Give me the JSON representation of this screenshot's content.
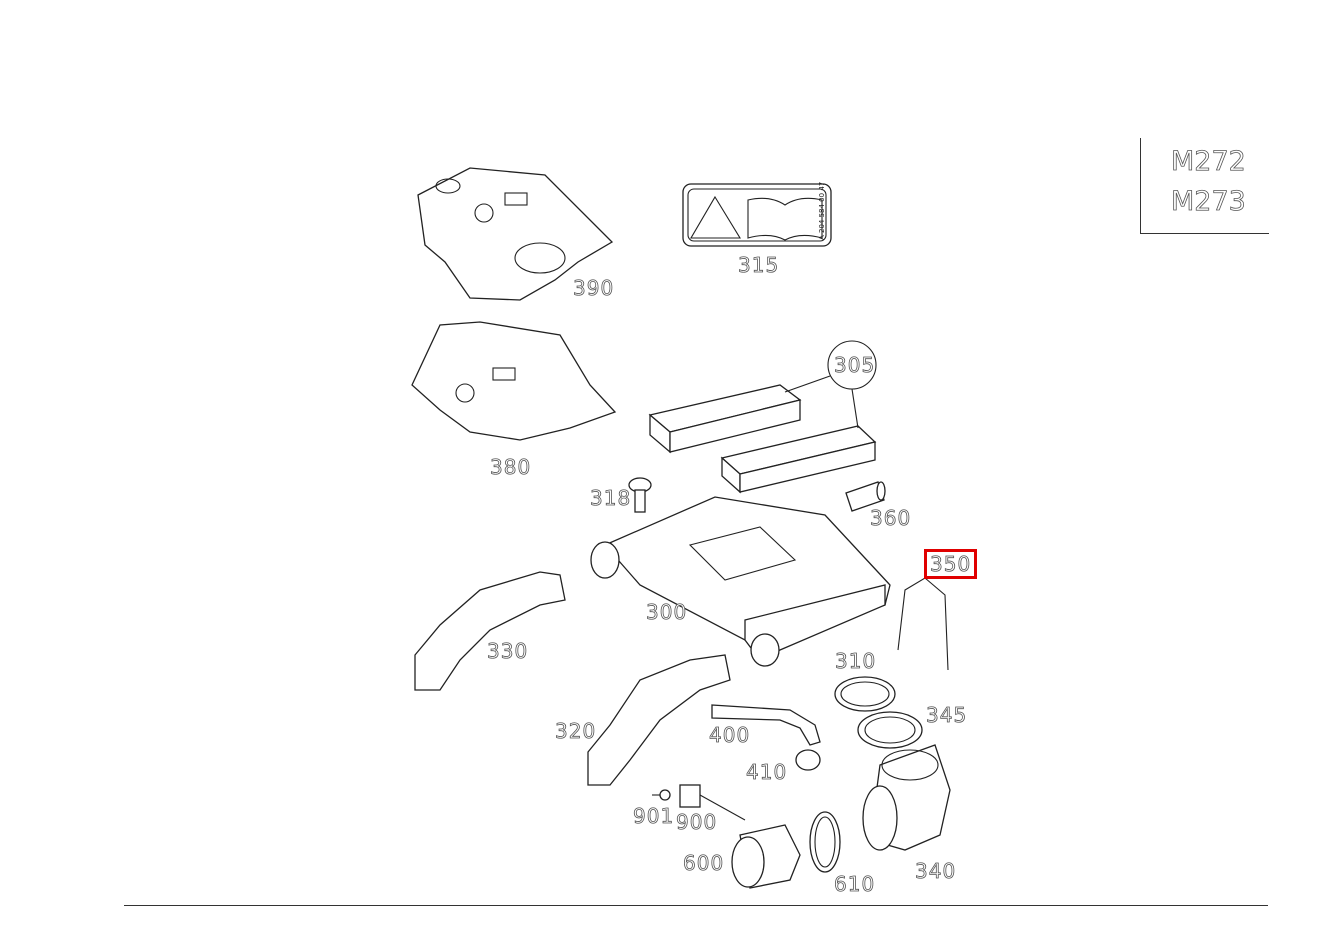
{
  "model_codes": [
    "M272",
    "M273"
  ],
  "sticker_text": "A 204 584 00 47",
  "highlight_color": "#e00000",
  "parts": {
    "p390": "390",
    "p315": "315",
    "p305": "305",
    "p380": "380",
    "p318": "318",
    "p360": "360",
    "p350": "350",
    "p300": "300",
    "p330": "330",
    "p310": "310",
    "p345": "345",
    "p320": "320",
    "p400": "400",
    "p410": "410",
    "p901": "901",
    "p900": "900",
    "p600": "600",
    "p610": "610",
    "p340": "340"
  },
  "highlighted_part": "350"
}
